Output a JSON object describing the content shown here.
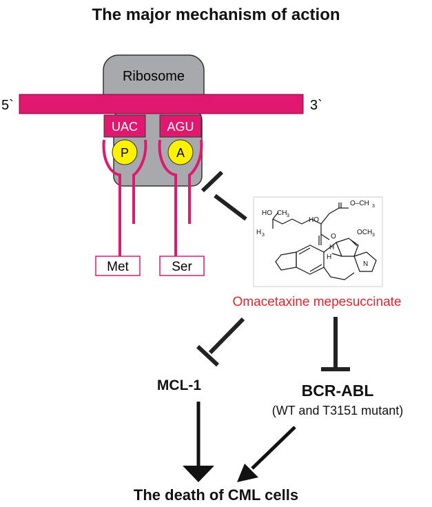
{
  "title": "The major mechanism of action",
  "ribosome": {
    "label": "Ribosome",
    "end5": "5`",
    "end3": "3`",
    "anticodon_p": "UAC",
    "anticodon_a": "AGU",
    "site_p": "P",
    "site_a": "A",
    "aa_p": "Met",
    "aa_a": "Ser"
  },
  "structure": {
    "ho": "HO",
    "ch3_top": "CH",
    "ch3_sub": "3",
    "h3c": "H",
    "h3c_sub": "3",
    "ho2": "HO",
    "o_ch3": "O–CH",
    "o_ch3_sub": "3",
    "och3": "OCH",
    "och3_sub": "3",
    "o": "O",
    "h1": "H",
    "h2": "H",
    "n": "N"
  },
  "drug": "Omacetaxine mepesuccinate",
  "targets": {
    "mcl": "MCL-1",
    "bcr": "BCR-ABL",
    "bcr_sub": "(WT and T3151 mutant)"
  },
  "outcome": "The death of CML cells",
  "colors": {
    "magenta": "#e0186f",
    "yellow": "#fff200",
    "ribosome_gray": "#a7a9ac",
    "drug_red": "#e0262f"
  }
}
